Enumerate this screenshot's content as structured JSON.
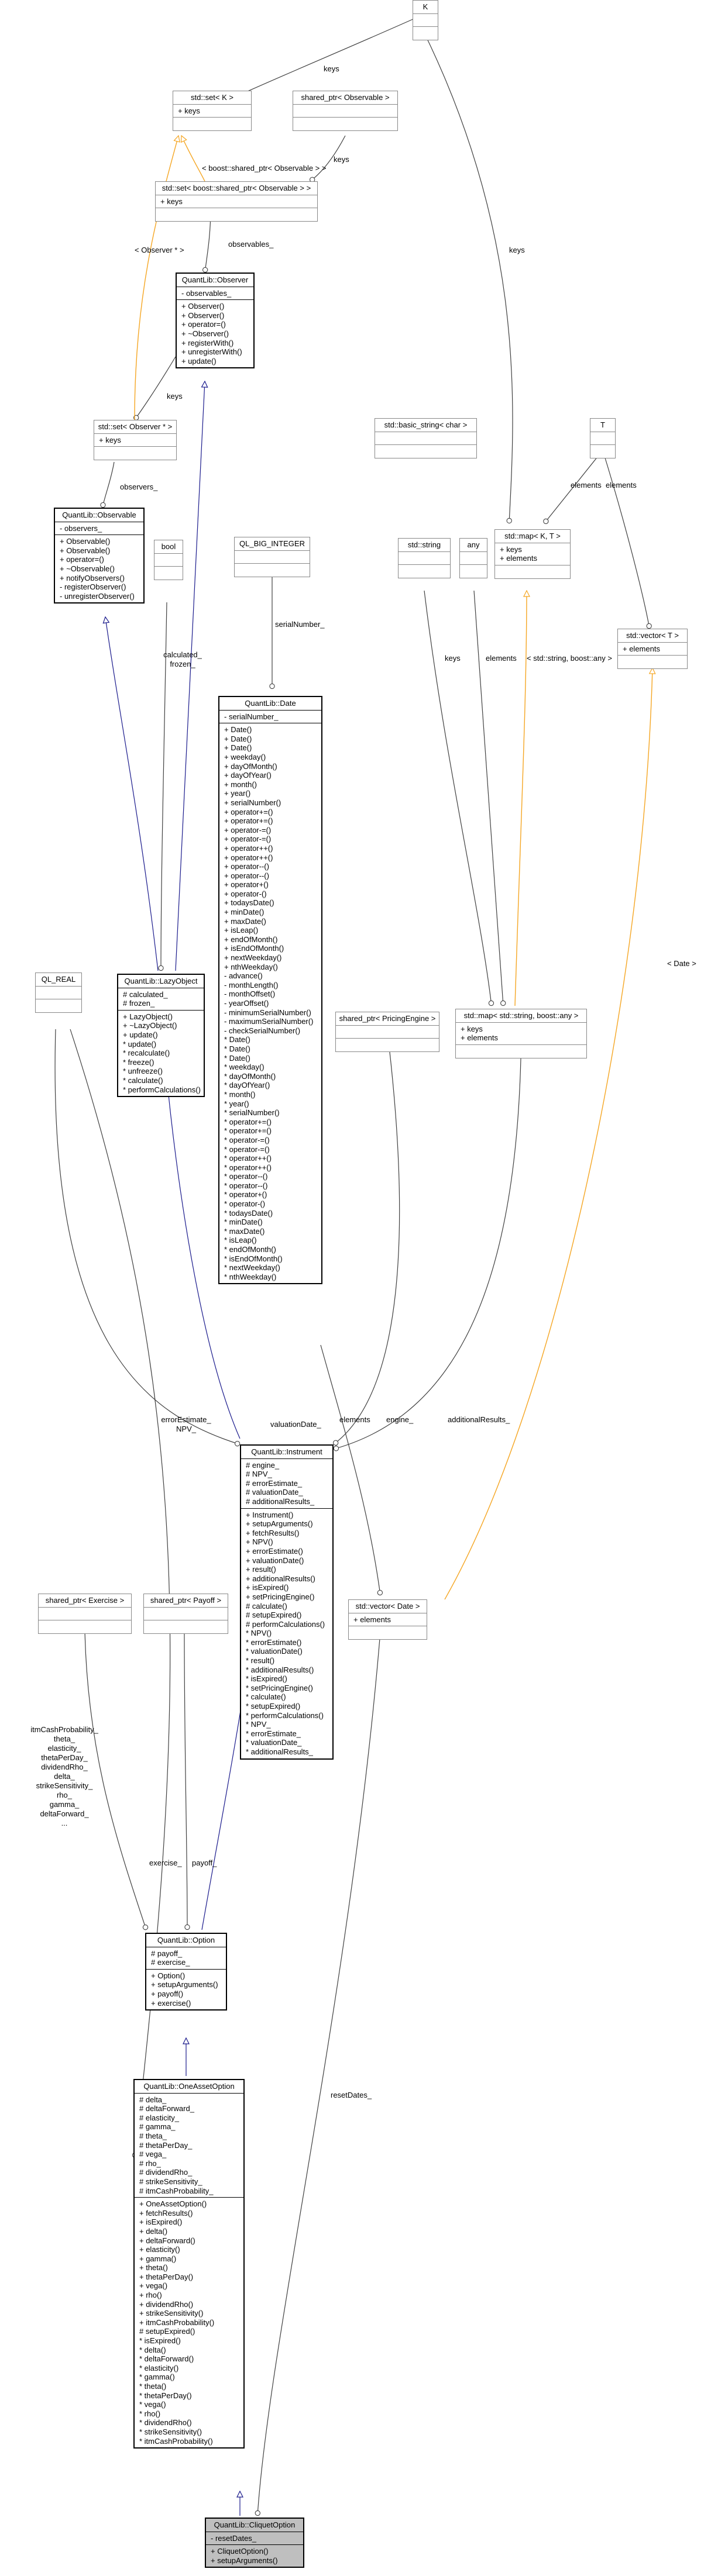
{
  "classes": {
    "k": {
      "title": "K",
      "attrs": [],
      "ops": []
    },
    "set_k": {
      "title": "std::set< K >",
      "attrs": [
        "+ keys"
      ],
      "ops": []
    },
    "sp_observable": {
      "title": "shared_ptr< Observable >",
      "attrs": [],
      "ops": []
    },
    "set_sp_observable": {
      "title": "std::set< boost::shared_ptr< Observable > >",
      "attrs": [
        "+ keys"
      ],
      "ops": []
    },
    "observer": {
      "title": "QuantLib::Observer",
      "attrs": [
        "- observables_"
      ],
      "ops": [
        "+ Observer()",
        "+ Observer()",
        "+ operator=()",
        "+ ~Observer()",
        "+ registerWith()",
        "+ unregisterWith()",
        "+ update()"
      ]
    },
    "set_observer_ptr": {
      "title": "std::set< Observer * >",
      "attrs": [
        "+ keys"
      ],
      "ops": []
    },
    "observable": {
      "title": "QuantLib::Observable",
      "attrs": [
        "- observers_"
      ],
      "ops": [
        "+ Observable()",
        "+ Observable()",
        "+ operator=()",
        "+ ~Observable()",
        "+ notifyObservers()",
        "- registerObserver()",
        "- unregisterObserver()"
      ]
    },
    "bool": {
      "title": "bool",
      "attrs": [],
      "ops": []
    },
    "ql_big_integer": {
      "title": "QL_BIG_INTEGER",
      "attrs": [],
      "ops": []
    },
    "basic_string": {
      "title": "std::basic_string< char >",
      "attrs": [],
      "ops": []
    },
    "t": {
      "title": "T",
      "attrs": [],
      "ops": []
    },
    "std_string": {
      "title": "std::string",
      "attrs": [],
      "ops": []
    },
    "any": {
      "title": "any",
      "attrs": [],
      "ops": []
    },
    "map_kt": {
      "title": "std::map< K, T >",
      "attrs": [
        "+ keys",
        "+ elements"
      ],
      "ops": []
    },
    "vector_t": {
      "title": "std::vector< T >",
      "attrs": [
        "+ elements"
      ],
      "ops": []
    },
    "date": {
      "title": "QuantLib::Date",
      "attrs": [
        "- serialNumber_"
      ],
      "ops": [
        "+ Date()",
        "+ Date()",
        "+ Date()",
        "+ weekday()",
        "+ dayOfMonth()",
        "+ dayOfYear()",
        "+ month()",
        "+ year()",
        "+ serialNumber()",
        "+ operator+=()",
        "+ operator+=()",
        "+ operator-=()",
        "+ operator-=()",
        "+ operator++()",
        "+ operator++()",
        "+ operator--()",
        "+ operator--()",
        "+ operator+()",
        "+ operator-()",
        "+ todaysDate()",
        "+ minDate()",
        "+ maxDate()",
        "+ isLeap()",
        "+ endOfMonth()",
        "+ isEndOfMonth()",
        "+ nextWeekday()",
        "+ nthWeekday()",
        "- advance()",
        "- monthLength()",
        "- monthOffset()",
        "- yearOffset()",
        "- minimumSerialNumber()",
        "- maximumSerialNumber()",
        "- checkSerialNumber()",
        "* Date()",
        "* Date()",
        "* Date()",
        "* weekday()",
        "* dayOfMonth()",
        "* dayOfYear()",
        "* month()",
        "* year()",
        "* serialNumber()",
        "* operator+=()",
        "* operator+=()",
        "* operator-=()",
        "* operator-=()",
        "* operator++()",
        "* operator++()",
        "* operator--()",
        "* operator--()",
        "* operator+()",
        "* operator-()",
        "* todaysDate()",
        "* minDate()",
        "* maxDate()",
        "* isLeap()",
        "* endOfMonth()",
        "* isEndOfMonth()",
        "* nextWeekday()",
        "* nthWeekday()"
      ]
    },
    "lazy_object": {
      "title": "QuantLib::LazyObject",
      "attrs": [
        "# calculated_",
        "# frozen_"
      ],
      "ops": [
        "+ LazyObject()",
        "+ ~LazyObject()",
        "+ update()",
        "* update()",
        "* recalculate()",
        "* freeze()",
        "* unfreeze()",
        "* calculate()",
        "* performCalculations()"
      ]
    },
    "ql_real": {
      "title": "QL_REAL",
      "attrs": [],
      "ops": []
    },
    "sp_pricing_engine": {
      "title": "shared_ptr< PricingEngine >",
      "attrs": [],
      "ops": []
    },
    "map_string_any": {
      "title": "std::map< std::string, boost::any >",
      "attrs": [
        "+ keys",
        "+ elements"
      ],
      "ops": []
    },
    "instrument": {
      "title": "QuantLib::Instrument",
      "attrs": [
        "# engine_",
        "# NPV_",
        "# errorEstimate_",
        "# valuationDate_",
        "# additionalResults_"
      ],
      "ops": [
        "+ Instrument()",
        "+ setupArguments()",
        "+ fetchResults()",
        "+ NPV()",
        "+ errorEstimate()",
        "+ valuationDate()",
        "+ result()",
        "+ additionalResults()",
        "+ isExpired()",
        "+ setPricingEngine()",
        "# calculate()",
        "# setupExpired()",
        "# performCalculations()",
        "* NPV()",
        "* errorEstimate()",
        "* valuationDate()",
        "* result()",
        "* additionalResults()",
        "* isExpired()",
        "* setPricingEngine()",
        "* calculate()",
        "* setupExpired()",
        "* performCalculations()",
        "* NPV_",
        "* errorEstimate_",
        "* valuationDate_",
        "* additionalResults_"
      ]
    },
    "sp_exercise": {
      "title": "shared_ptr< Exercise >",
      "attrs": [],
      "ops": []
    },
    "sp_payoff": {
      "title": "shared_ptr< Payoff >",
      "attrs": [],
      "ops": []
    },
    "vector_date": {
      "title": "std::vector< Date >",
      "attrs": [
        "+ elements"
      ],
      "ops": []
    },
    "option": {
      "title": "QuantLib::Option",
      "attrs": [
        "# payoff_",
        "# exercise_"
      ],
      "ops": [
        "+ Option()",
        "+ setupArguments()",
        "+ payoff()",
        "+ exercise()"
      ]
    },
    "one_asset_option": {
      "title": "QuantLib::OneAssetOption",
      "attrs": [
        "# delta_",
        "# deltaForward_",
        "# elasticity_",
        "# gamma_",
        "# theta_",
        "# thetaPerDay_",
        "# vega_",
        "# rho_",
        "# dividendRho_",
        "# strikeSensitivity_",
        "# itmCashProbability_"
      ],
      "ops": [
        "+ OneAssetOption()",
        "+ fetchResults()",
        "+ isExpired()",
        "+ delta()",
        "+ deltaForward()",
        "+ elasticity()",
        "+ gamma()",
        "+ theta()",
        "+ thetaPerDay()",
        "+ vega()",
        "+ rho()",
        "+ dividendRho()",
        "+ strikeSensitivity()",
        "+ itmCashProbability()",
        "# setupExpired()",
        "* isExpired()",
        "* delta()",
        "* deltaForward()",
        "* elasticity()",
        "* gamma()",
        "* theta()",
        "* thetaPerDay()",
        "* vega()",
        "* rho()",
        "* dividendRho()",
        "* strikeSensitivity()",
        "* itmCashProbability()"
      ]
    },
    "cliquet_option": {
      "title": "QuantLib::CliquetOption",
      "attrs": [
        "- resetDates_"
      ],
      "ops": [
        "+ CliquetOption()",
        "+ setupArguments()"
      ]
    }
  },
  "labels": {
    "k_setk": "keys",
    "sp_set": "keys",
    "set_to_observer": "observables_",
    "observer_to_set": "keys",
    "set_to_observable": "observers_",
    "observer_ptr_template": "< Observer * >",
    "sp_template": "< boost::shared_ptr< Observable > >",
    "k_map": "keys",
    "t_map": "elements",
    "t_vector": "elements",
    "string_map": "keys",
    "any_map": "elements",
    "map_template": "< std::string, boost::any >",
    "bool_lazy_1": "calculated_",
    "bool_lazy_2": "frozen_",
    "bigint_date": "serialNumber_",
    "date_vector_template": "< Date >",
    "real_instr_1": "errorEstimate_",
    "real_instr_2": "NPV_",
    "date_instr": "valuationDate_",
    "date_vector_el": "elements",
    "engine_instr": "engine_",
    "map_instr": "additionalResults_",
    "ex_option": "exercise_",
    "payoff_option": "payoff_",
    "vector_cliquet": "resetDates_",
    "real_oneasset": [
      "itmCashProbability_",
      "theta_",
      "elasticity_",
      "thetaPerDay_",
      "dividendRho_",
      "delta_",
      "strikeSensitivity_",
      "rho_",
      "gamma_",
      "deltaForward_",
      "..."
    ]
  },
  "colors": {
    "inheritance": "#1a1a8c",
    "usage": "#404040",
    "template": "#f5a623"
  }
}
